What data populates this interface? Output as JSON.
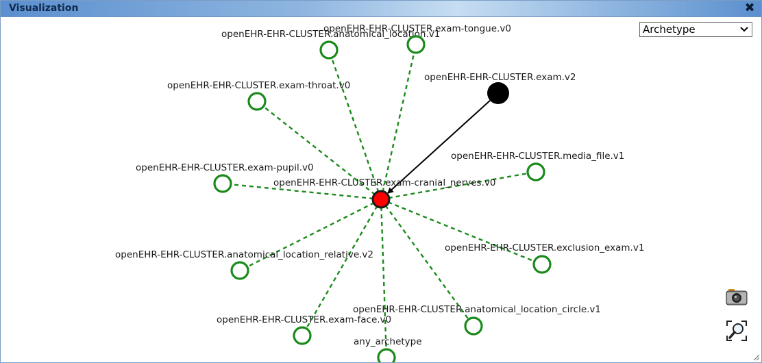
{
  "window": {
    "title": "Visualization",
    "close_glyph": "✖"
  },
  "controls": {
    "view_select": {
      "selected": "Archetype",
      "chevron": "⌄"
    },
    "camera_icon": "camera-icon",
    "zoom_fit_icon": "zoom-fit-icon"
  },
  "graph": {
    "center": {
      "id": "center",
      "label": "openEHR-EHR-CLUSTER.exam-cranial_nerves.v0",
      "fill": "#ff0000"
    },
    "parent": {
      "id": "parent",
      "label": "openEHR-EHR-CLUSTER.exam.v2",
      "fill": "#000000"
    },
    "edge_color": "#1a8a1a",
    "arrow_color": "#000000",
    "children": [
      {
        "id": "n0",
        "label": "openEHR-EHR-CLUSTER.anatomical_location.v1"
      },
      {
        "id": "n1",
        "label": "openEHR-EHR-CLUSTER.exam-tongue.v0"
      },
      {
        "id": "n2",
        "label": "openEHR-EHR-CLUSTER.exam-throat.v0"
      },
      {
        "id": "n3",
        "label": "openEHR-EHR-CLUSTER.exam-pupil.v0"
      },
      {
        "id": "n4",
        "label": "openEHR-EHR-CLUSTER.media_file.v1"
      },
      {
        "id": "n5",
        "label": "openEHR-EHR-CLUSTER.exclusion_exam.v1"
      },
      {
        "id": "n6",
        "label": "openEHR-EHR-CLUSTER.anatomical_location_relative.v2"
      },
      {
        "id": "n7",
        "label": "openEHR-EHR-CLUSTER.anatomical_location_circle.v1"
      },
      {
        "id": "n8",
        "label": "openEHR-EHR-CLUSTER.exam-face.v0"
      },
      {
        "id": "n9",
        "label": "any_archetype"
      }
    ]
  }
}
